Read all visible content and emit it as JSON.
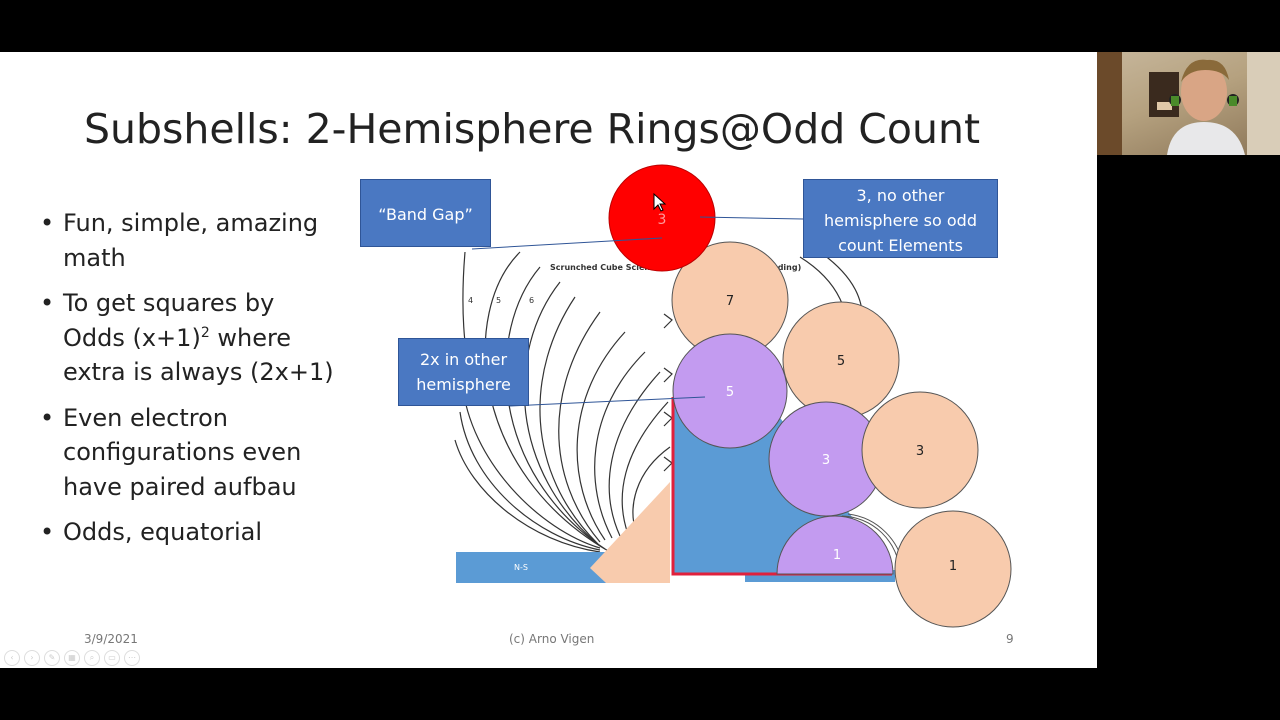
{
  "slide": {
    "title": "Subshells: 2-Hemisphere Rings@Odd Count",
    "bullets": [
      {
        "text": "Fun, simple, amazing math"
      },
      {
        "pre": "To get squares by Odds (x+1)",
        "sup": "2",
        "post": " where extra is always (2x+1)"
      },
      {
        "text": "Even electron configurations even have paired aufbau"
      },
      {
        "text": "Odds, equatorial"
      }
    ],
    "callouts": {
      "band_gap": "“Band Gap”",
      "no_other": "3, no other hemisphere so odd count Elements",
      "two_x": "2x in other hemisphere"
    },
    "diagram": {
      "red_circle": "3",
      "peach_circles": [
        "7",
        "5",
        "3",
        "1"
      ],
      "purple_circles": [
        "5",
        "3",
        "1"
      ],
      "background_label": "Scrunched Cube Science",
      "background_label_2": "nding)",
      "ring_numbers": [
        "4",
        "5",
        "6"
      ],
      "ns_label": "N-S"
    },
    "footer": {
      "date": "3/9/2021",
      "center": "(c) Arno Vigen",
      "page": "9"
    }
  },
  "colors": {
    "callout_blue": "#4a78c2",
    "peach": "#f8cbad",
    "purple": "#c39bf0",
    "red": "#ff0000",
    "blue_fill": "#5b9bd5"
  },
  "nav_icons": [
    "prev-icon",
    "next-icon",
    "pen-icon",
    "slides-icon",
    "zoom-icon",
    "subtitles-icon",
    "more-icon"
  ]
}
